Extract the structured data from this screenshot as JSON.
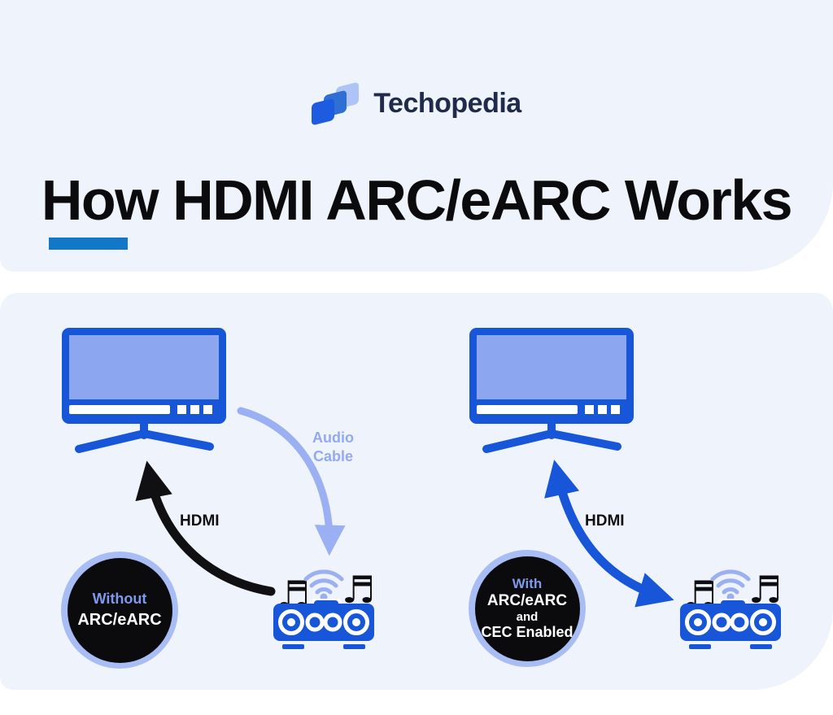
{
  "header": {
    "brand": "Techopedia",
    "title": "How HDMI ARC/eARC Works"
  },
  "icons": {
    "music_note": "♬",
    "logo_mark": "three-skewed-squares",
    "wifi": "wifi-waves",
    "tv": "television",
    "speaker": "soundbar-speaker"
  },
  "colors": {
    "panel_bg": "#eef3fc",
    "device_blue": "#1756d8",
    "tv_screen": "#8ca6f0",
    "periwinkle": "#9bb0f2",
    "badge_ring": "#a9bdf5",
    "badge_bg": "#0b0b0d",
    "badge_highlight_text": "#7d99ec",
    "title_underline": "#1377c8",
    "logo_navy": "#202a4a",
    "arrow_black": "#101012"
  },
  "diagrams": {
    "left": {
      "badge": {
        "highlight": "Without",
        "line1": "ARC/eARC"
      },
      "hdmi_label": "HDMI",
      "audio_label_line1": "Audio",
      "audio_label_line2": "Cable"
    },
    "right": {
      "badge": {
        "highlight": "With",
        "line1": "ARC/eARC",
        "line2": "and",
        "line3": "CEC Enabled"
      },
      "hdmi_label": "HDMI"
    }
  }
}
